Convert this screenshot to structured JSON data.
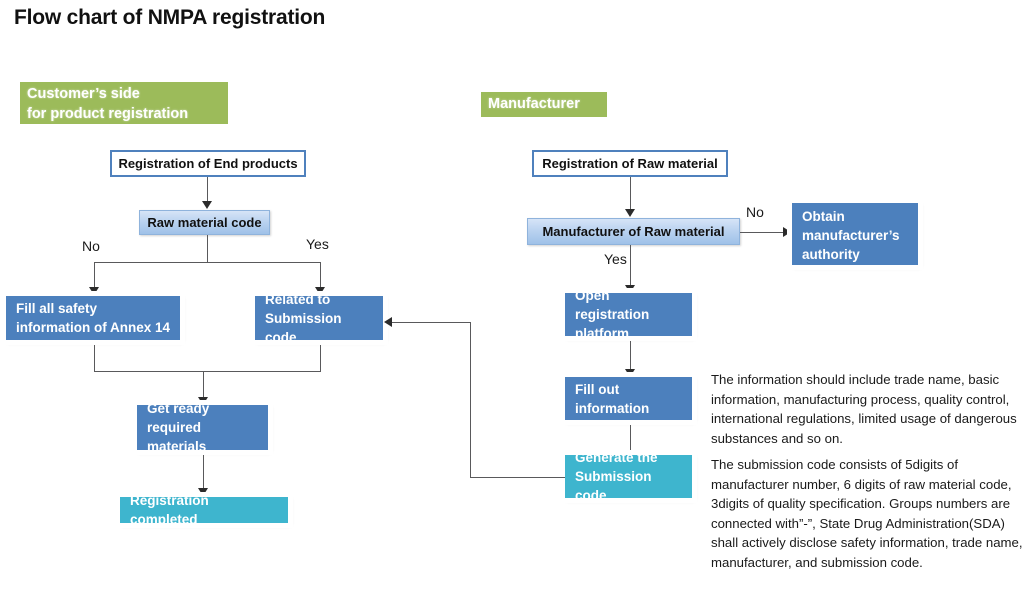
{
  "title": "Flow chart of NMPA registration",
  "banners": {
    "customer": "Customer’s side\nfor product registration",
    "customer_line1": "Customer’s side",
    "customer_line2": "for product registration",
    "manufacturer": "Manufacturer"
  },
  "colors": {
    "banner_green": "#9CBB5A",
    "box_blue": "#4C80BD",
    "box_teal": "#3EB5CE",
    "box_lightblue": "#BBD3F0",
    "box_outline_border": "#4F81BD",
    "connector": "#59595B",
    "text_dark": "#1a1a1a",
    "text_light": "#ffffff"
  },
  "nodes": {
    "registration_end_products": "Registration of End products",
    "raw_material_code": "Raw material code",
    "fill_all_safety": "Fill all safety\ninformation of Annex 14",
    "fill_all_safety_l1": "Fill all safety",
    "fill_all_safety_l2": "information of Annex 14",
    "related_submission": "Related to\nSubmission code",
    "related_submission_l1": "Related to",
    "related_submission_l2": "Submission code",
    "get_ready": "Get ready\nrequired materials",
    "get_ready_l1": "Get ready",
    "get_ready_l2": "required materials",
    "registration_completed": "Registration completed",
    "registration_raw_material": "Registration of Raw material",
    "manufacturer_raw_material": "Manufacturer of Raw material",
    "obtain_authority": "Obtain\nmanufacturer’s\nauthority",
    "obtain_authority_l1": "Obtain",
    "obtain_authority_l2": "manufacturer’s",
    "obtain_authority_l3": "authority",
    "open_platform": "Open registration\nplatform",
    "open_platform_l1": "Open registration",
    "open_platform_l2": "platform",
    "fill_out_information": "Fill out\ninformation",
    "fill_out_information_l1": "Fill out",
    "fill_out_information_l2": "information",
    "generate_submission": "Generate the\nSubmission code",
    "generate_submission_l1": "Generate the",
    "generate_submission_l2": "Submission code"
  },
  "edge_labels": {
    "left_no": "No",
    "left_yes": "Yes",
    "right_no": "No",
    "right_yes": "Yes"
  },
  "notes": {
    "information_note": "The information should include trade name, basic information, manufacturing process, quality control, international regulations, limited usage of dangerous substances and so on.",
    "submission_note": "The submission code consists of 5digits of manufacturer number, 6 digits of raw material code, 3digits of quality specification. Groups numbers are connected with”-”, State Drug Administration(SDA) shall actively disclose safety information, trade name, manufacturer, and submission code."
  }
}
